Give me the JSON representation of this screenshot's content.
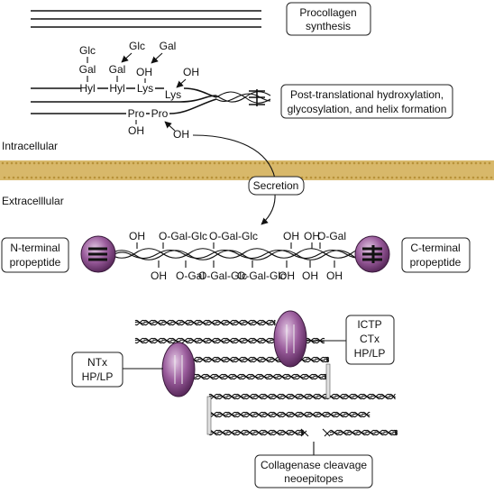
{
  "boxes": {
    "procollagen": [
      "Procollagen",
      "synthesis"
    ],
    "post_translational": [
      "Post-translational hydroxylation,",
      "glycosylation, and helix formation"
    ],
    "secretion": "Secretion",
    "n_terminal": [
      "N-terminal",
      "propeptide"
    ],
    "c_terminal": [
      "C-terminal",
      "propeptide"
    ],
    "ntx": [
      "NTx",
      "HP/LP"
    ],
    "ictp": [
      "ICTP",
      "CTx",
      "HP/LP"
    ],
    "collagenase": [
      "Collagenase cleavage",
      "neoepitopes"
    ]
  },
  "regions": {
    "intracellular": "Intracellular",
    "extracellular": "Extracelllular"
  },
  "intracellular_labels": {
    "glc": "Glc",
    "gal": "Gal",
    "hyl": "Hyl",
    "lys": "Lys",
    "oh": "OH",
    "pro": "Pro"
  },
  "mature_top_labels": [
    "OH",
    "O-Gal-Glc",
    "O-Gal-Glc",
    "OH",
    "OH",
    "O-Gal"
  ],
  "mature_bottom_labels": [
    "OH",
    "O-Gal",
    "O-Gal-Glc",
    "O-Gal-Glc",
    "OH",
    "OH",
    "OH"
  ],
  "colors": {
    "membrane": "#d8b86a",
    "membrane_dots": "#b8923a",
    "propeptide_globe": "#7a3f7d",
    "propeptide_highlight": "#e3c8e4"
  }
}
